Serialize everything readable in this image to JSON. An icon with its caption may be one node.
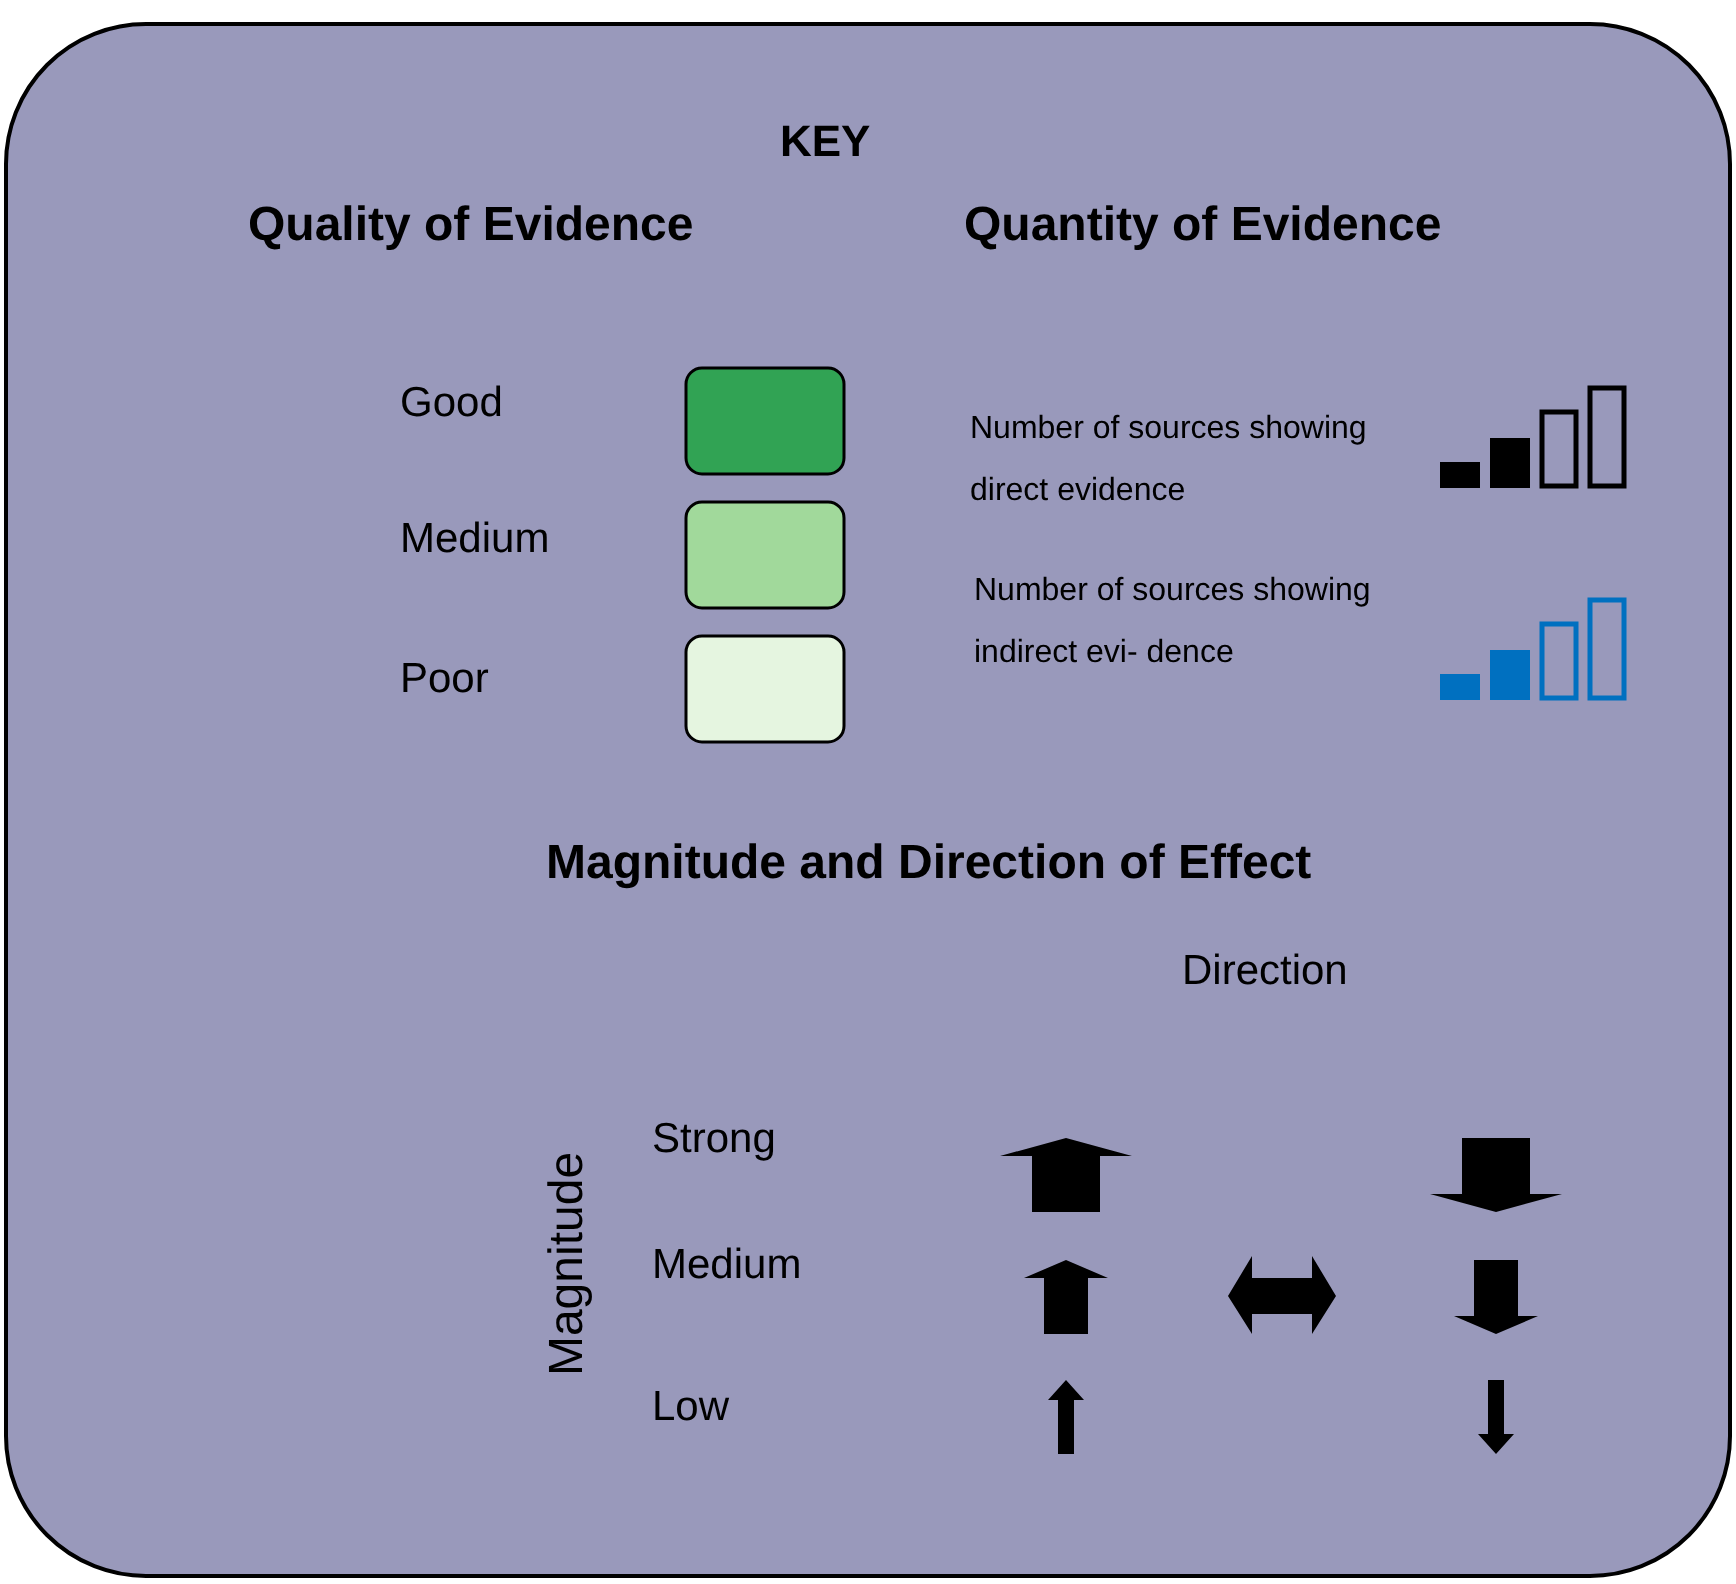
{
  "diagram": {
    "title": "KEY",
    "labels": [
      "Quality of Evidence",
      "Quantity of Evidence",
      "Magnitude and Direction of Effect",
      "Direction",
      "Magnitude",
      "Strong",
      "Medium",
      "Low"
    ],
    "legend": [
      {
        "text": "Good",
        "color": "#31a354"
      },
      {
        "text": "Medium",
        "color": "#a1d99b"
      },
      {
        "text": "Poor",
        "color": "#e5f5e0"
      },
      {
        "text": "Number of sources showing direct evidence"
      },
      {
        "text": "Number of sources showing indirect evi- dence"
      }
    ]
  }
}
